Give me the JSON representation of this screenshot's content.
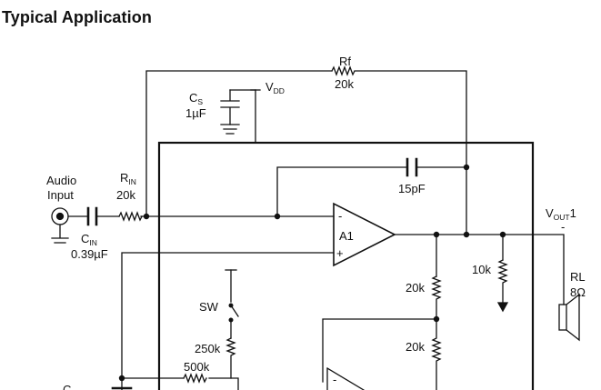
{
  "title": "Typical Application",
  "labels": {
    "rf_name": "Rf",
    "rf_value": "20k",
    "vdd_main": "V",
    "vdd_sub": "DD",
    "cs_main": "C",
    "cs_sub": "S",
    "cs_value": "1µF",
    "audio_line1": "Audio",
    "audio_line2": "Input",
    "rin_main": "R",
    "rin_sub": "IN",
    "rin_value": "20k",
    "cin_main": "C",
    "cin_sub": "IN",
    "cin_value": "0.39µF",
    "cf_value": "15pF",
    "amp_name": "A1",
    "amp_minus": "-",
    "amp_plus": "+",
    "vout_main": "V",
    "vout_sub": "OUT",
    "vout_suffix": "1",
    "vout_minus": "-",
    "r10k_value": "10k",
    "rdiv1_value": "20k",
    "rdiv2_value": "20k",
    "rl_name": "RL",
    "rl_value": "8Ω",
    "sw_name": "SW",
    "r250k_value": "250k",
    "r500k_value": "500k",
    "amp2_minus": "-",
    "cb_partial": "C"
  }
}
